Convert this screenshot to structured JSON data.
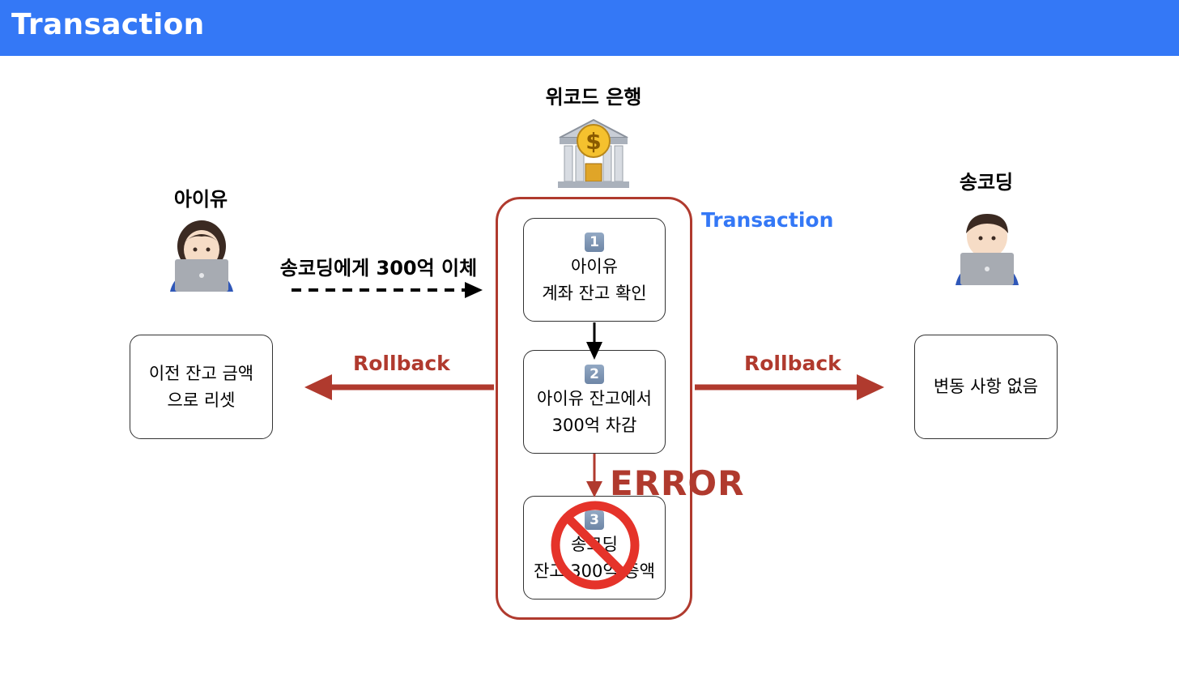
{
  "header": {
    "title": "Transaction"
  },
  "bank": {
    "label": "위코드 은행",
    "icon": "bank-icon"
  },
  "sender": {
    "name": "아이유",
    "icon": "woman-technologist-icon"
  },
  "receiver": {
    "name": "송코딩",
    "icon": "man-technologist-icon"
  },
  "transfer": {
    "label": "송코딩에게 300억 이체"
  },
  "transaction_label": "Transaction",
  "steps": [
    {
      "num": "1",
      "line1": "아이유",
      "line2": "계좌 잔고 확인"
    },
    {
      "num": "2",
      "line1": "아이유 잔고에서",
      "line2": "300억 차감"
    },
    {
      "num": "3",
      "line1": "송코딩",
      "line2": "잔고 300억 증액",
      "status": "no-entry-icon"
    }
  ],
  "error_label": "ERROR",
  "rollback_left": {
    "label": "Rollback",
    "result": [
      "이전 잔고 금액",
      "으로 리셋"
    ]
  },
  "rollback_right": {
    "label": "Rollback",
    "result": [
      "변동 사항 없음"
    ]
  },
  "colors": {
    "header": "#3478f6",
    "accent_red": "#b03a2e",
    "transaction_blue": "#3478f6"
  }
}
